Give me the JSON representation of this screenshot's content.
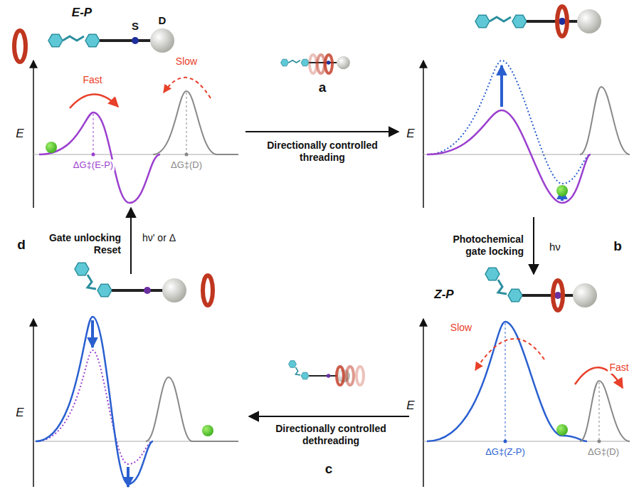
{
  "diagram": {
    "labels": [
      "E-P",
      "S",
      "D",
      "Fast",
      "Slow",
      "E",
      "ΔG‡(E-P)",
      "ΔG‡(D)",
      "a",
      "Directionally controlled threading",
      "E",
      "b",
      "hν",
      "Photochemical gate locking",
      "Z-P",
      "Slow",
      "Fast",
      "E",
      "ΔG‡(Z-P)",
      "ΔG‡(D)",
      "d",
      "Gate unlocking Reset",
      "hν' or Δ",
      "E",
      "Directionally controlled dethreading",
      "c"
    ]
  }
}
